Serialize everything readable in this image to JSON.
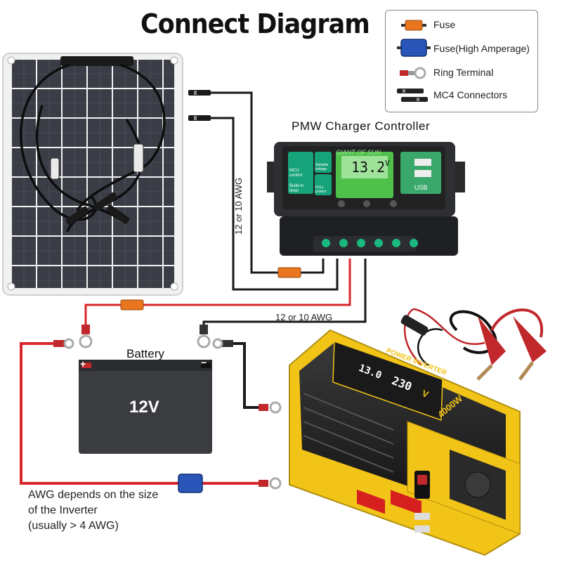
{
  "title": "Connect Diagram",
  "legend": {
    "items": [
      {
        "label": "Fuse",
        "icon": "fuse-icon"
      },
      {
        "label": "Fuse(High Amperage)",
        "icon": "high-amperage-fuse-icon"
      },
      {
        "label": "Ring Terminal",
        "icon": "ring-terminal-icon"
      },
      {
        "label": "MC4 Connectors",
        "icon": "mc4-connector-icon"
      }
    ]
  },
  "controller": {
    "title": "PMW Charger Controller",
    "brand": "GIANT OF SUN",
    "display_value": "13.2",
    "display_unit": "V",
    "buttons": [
      "MCU control",
      "Settable voltage",
      "Build-in timer",
      "FULL protect"
    ],
    "usb_label": "USB"
  },
  "wire_labels": {
    "vertical": "12 or 10 AWG",
    "horizontal": "12 or 10 AWG"
  },
  "battery": {
    "label": "Battery",
    "voltage": "12V",
    "plus": "+",
    "minus": "−"
  },
  "inverter": {
    "title": "POWER INVERTER",
    "display_left": "13.0",
    "display_right": "230",
    "display_unit": "V",
    "rating": "4000W"
  },
  "awg_note": {
    "line1": "AWG depends on the size",
    "line2": "of the Inverter",
    "line3": "(usually  > 4 AWG)"
  },
  "colors": {
    "positive_wire": "#d9262b",
    "negative_wire": "#1a1a1a",
    "fuse": "#e9761e",
    "high_amp_fuse": "#2a55b8",
    "inverter_yellow": "#f2c417",
    "panel_cell": "#3a3d45"
  }
}
